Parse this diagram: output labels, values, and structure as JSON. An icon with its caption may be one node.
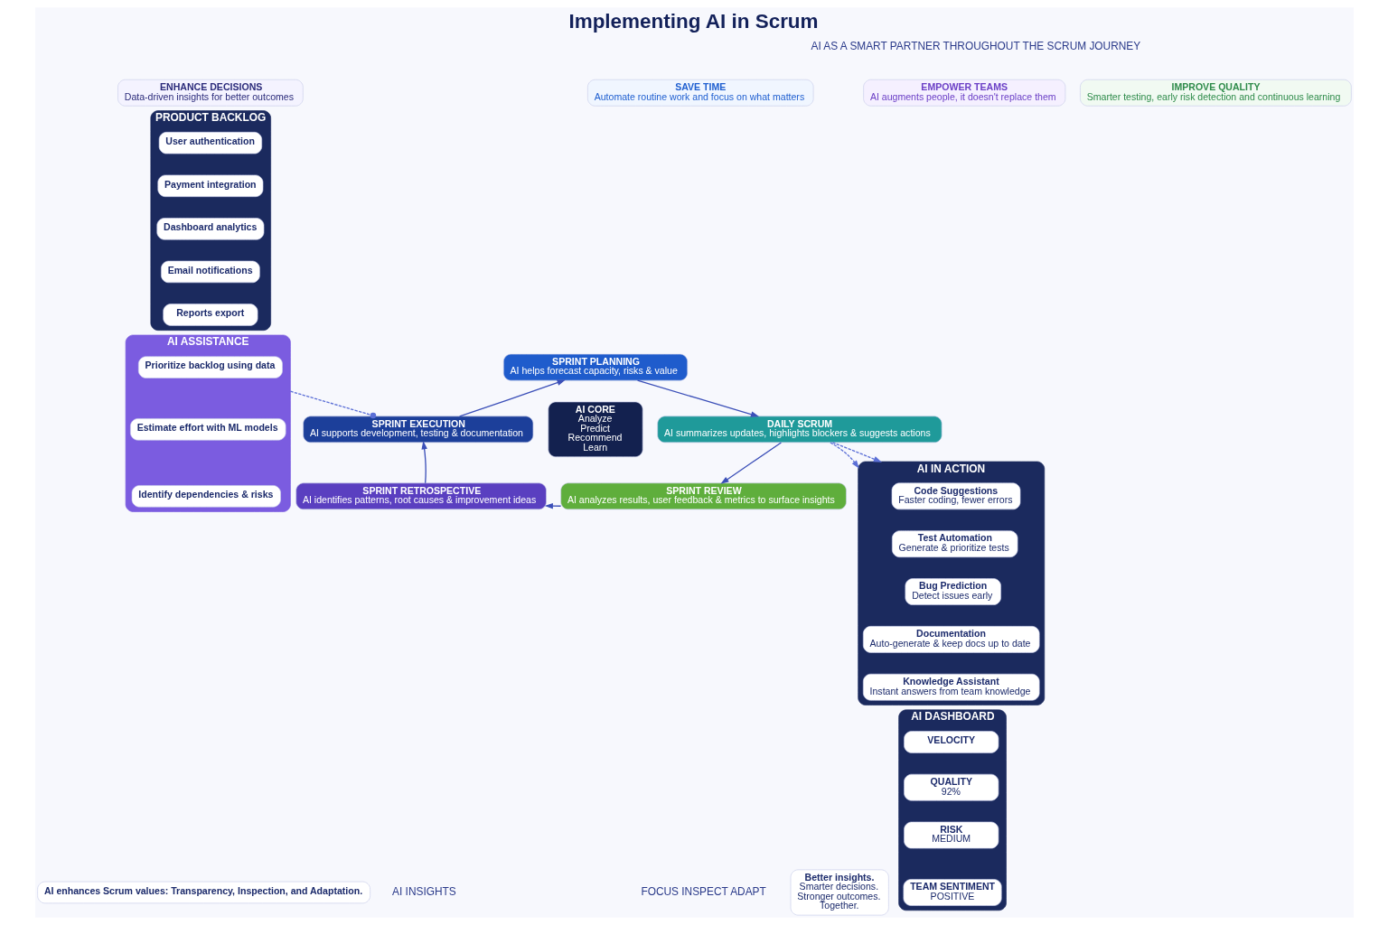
{
  "diagram": {
    "title": "Implementing AI in Scrum",
    "nodes": [
      {
        "text": [
          "ENHANCE DECISIONS",
          "Data-driven insights for better outcomes"
        ]
      },
      {
        "text": [
          "SAVE TIME",
          "Automate routine work and focus on what matters"
        ]
      },
      {
        "text": [
          "IMPROVE QUALITY",
          "Smarter testing, early risk detection and continuous learning"
        ]
      },
      {
        "text": [
          "EMPOWER TEAMS",
          "AI augments people, it doesn't replace them"
        ]
      },
      {
        "text": [
          "PRODUCT BACKLOG"
        ]
      },
      {
        "text": [
          "User authentication"
        ],
        "in": 4
      },
      {
        "text": [
          "Payment integration"
        ],
        "in": 4
      },
      {
        "text": [
          "Dashboard analytics"
        ],
        "in": 4
      },
      {
        "text": [
          "Email notifications"
        ],
        "in": 4
      },
      {
        "text": [
          "Reports export"
        ],
        "in": 4
      },
      {
        "text": [
          "AI ASSISTANCE"
        ]
      },
      {
        "text": [
          "Prioritize backlog using data"
        ],
        "in": 10
      },
      {
        "text": [
          "Estimate effort with ML models"
        ],
        "in": 10
      },
      {
        "text": [
          "Identify dependencies & risks"
        ],
        "in": 10
      },
      {
        "text": [
          "SPRINT PLANNING",
          "AI helps forecast capacity, risks & value"
        ]
      },
      {
        "text": [
          "DAILY SCRUM",
          "AI summarizes updates, highlights blockers & suggests actions"
        ]
      },
      {
        "text": [
          "SPRINT REVIEW",
          "AI analyzes results, user feedback & metrics to surface insights"
        ]
      },
      {
        "text": [
          "SPRINT RETROSPECTIVE",
          "AI identifies patterns, root causes & improvement ideas"
        ]
      },
      {
        "text": [
          "SPRINT EXECUTION",
          "AI supports development, testing & documentation"
        ]
      },
      {
        "text": [
          "AI CORE",
          "Analyze",
          "Predict",
          "Recommend",
          "Learn"
        ]
      },
      {
        "text": [
          "AI IN ACTION"
        ]
      },
      {
        "text": [
          "Code Suggestions",
          "Faster coding, fewer errors"
        ],
        "in": 20
      },
      {
        "text": [
          "Test Automation",
          "Generate & prioritize tests"
        ],
        "in": 20
      },
      {
        "text": [
          "Bug Prediction",
          "Detect issues early"
        ],
        "in": 20
      },
      {
        "text": [
          "Documentation",
          "Auto-generate & keep docs up to date"
        ],
        "in": 20
      },
      {
        "text": [
          "Knowledge Assistant",
          "Instant answers from team knowledge"
        ],
        "in": 20
      },
      {
        "text": [
          "AI DASHBOARD"
        ]
      },
      {
        "text": [
          "VELOCITY"
        ],
        "in": 26
      },
      {
        "text": [
          "QUALITY",
          "92%"
        ],
        "in": 26
      },
      {
        "text": [
          "RISK",
          "MEDIUM"
        ],
        "in": 26
      },
      {
        "text": [
          "TEAM SENTIMENT",
          "POSITIVE"
        ],
        "in": 26
      },
      {
        "text": [
          "AI enhances Scrum values: Transparency, Inspection, and Adaptation."
        ]
      },
      {
        "text": [
          "Better insights.",
          "Smarter decisions.",
          "Stronger outcomes.",
          "Together."
        ]
      }
    ],
    "edges": [
      {
        "from": 14,
        "to": 15,
        "arrow": "to"
      },
      {
        "from": 15,
        "to": 16,
        "arrow": "to"
      },
      {
        "from": 16,
        "to": 17,
        "arrow": "to"
      },
      {
        "from": 17,
        "to": 18,
        "arrow": "to"
      },
      {
        "from": 18,
        "to": 14,
        "arrow": "to"
      },
      {
        "from": 10,
        "to": 18,
        "arrow": "other",
        "style": "dashed",
        "color": "#5b6fd6"
      },
      {
        "from": 15,
        "to": 20,
        "arrow": "to",
        "style": "dashed",
        "color": "#5b6fd6"
      },
      {
        "from": 15,
        "to": 20,
        "arrow": "to",
        "style": "dashed",
        "color": "#5b6fd6"
      }
    ],
    "labels": [
      "AI AS A SMART PARTNER THROUGHOUT THE SCRUM JOURNEY",
      "AI INSIGHTS",
      "FOCUS INSPECT ADAPT"
    ]
  }
}
